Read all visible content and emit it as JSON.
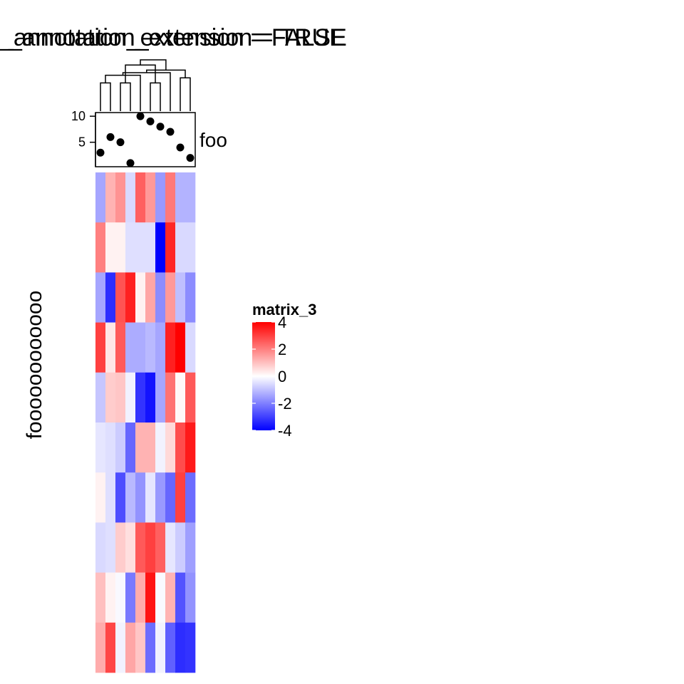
{
  "titles": [
    "_annotation_extension = FALSE",
    "_annotation_extension = TRUE"
  ],
  "row_title": "foooooooooooo",
  "chart_data": {
    "type": "heatmap",
    "n_rows": 10,
    "n_cols": 10,
    "values": [
      [
        -1.4,
        1.2,
        1.7,
        -0.6,
        2.5,
        1.6,
        -1.6,
        2.1,
        -1.2,
        -1.2
      ],
      [
        2.0,
        0.2,
        0.2,
        -0.5,
        -0.5,
        -0.5,
        -4.2,
        3.4,
        -0.6,
        -0.6
      ],
      [
        -1.4,
        -3.3,
        2.7,
        3.5,
        0.2,
        1.4,
        -1.8,
        1.6,
        -1.0,
        -1.8
      ],
      [
        3.0,
        0.4,
        2.6,
        -1.3,
        -1.3,
        -1.1,
        -1.4,
        3.5,
        4.0,
        -0.6
      ],
      [
        -0.9,
        0.8,
        0.9,
        -0.2,
        -3.2,
        -3.7,
        -1.4,
        2.2,
        0.1,
        2.6
      ],
      [
        -0.4,
        -0.5,
        -0.8,
        -2.4,
        1.2,
        1.2,
        -0.2,
        0.6,
        2.8,
        3.6
      ],
      [
        0.2,
        -0.5,
        -2.8,
        -1.1,
        -1.7,
        -0.4,
        -1.6,
        -2.4,
        3.0,
        -2.3
      ],
      [
        -0.6,
        -0.5,
        0.8,
        0.5,
        2.6,
        3.0,
        2.5,
        -0.4,
        -0.8,
        -1.5
      ],
      [
        1.0,
        0.2,
        -0.1,
        -2.1,
        1.3,
        3.7,
        -0.1,
        1.2,
        -2.7,
        -1.7
      ],
      [
        1.3,
        2.9,
        -0.2,
        1.4,
        0.9,
        -2.3,
        -0.2,
        -2.5,
        -3.3,
        -3.2
      ]
    ],
    "colorbar": {
      "title": "matrix_3",
      "labels": [
        "4",
        "2",
        "0",
        "-2",
        "-4"
      ],
      "breaks": [
        4,
        2,
        0,
        -2,
        -4
      ],
      "range": [
        -4,
        4
      ],
      "colors": {
        "low": "#0000ff",
        "mid": "#ffffff",
        "high": "#ff0000"
      }
    },
    "annotation": {
      "name": "foo",
      "type": "points",
      "y_ticks": [
        "5",
        "10"
      ],
      "y_tick_values": [
        5,
        10
      ],
      "ylim": [
        0.3,
        10.7
      ],
      "values": [
        3,
        6,
        5,
        1,
        10,
        9,
        8,
        7,
        4,
        2
      ]
    },
    "dendrogram": {
      "merges": [
        [
          0,
          1,
          0.55
        ],
        [
          2,
          3,
          0.55
        ],
        [
          5,
          6,
          0.55
        ],
        [
          4,
          10,
          0.7
        ],
        [
          8,
          9,
          0.65
        ],
        [
          7,
          13,
          0.75
        ],
        [
          11,
          12,
          0.9
        ],
        [
          14,
          15,
          0.8
        ],
        [
          16,
          17,
          1.0
        ]
      ]
    }
  }
}
